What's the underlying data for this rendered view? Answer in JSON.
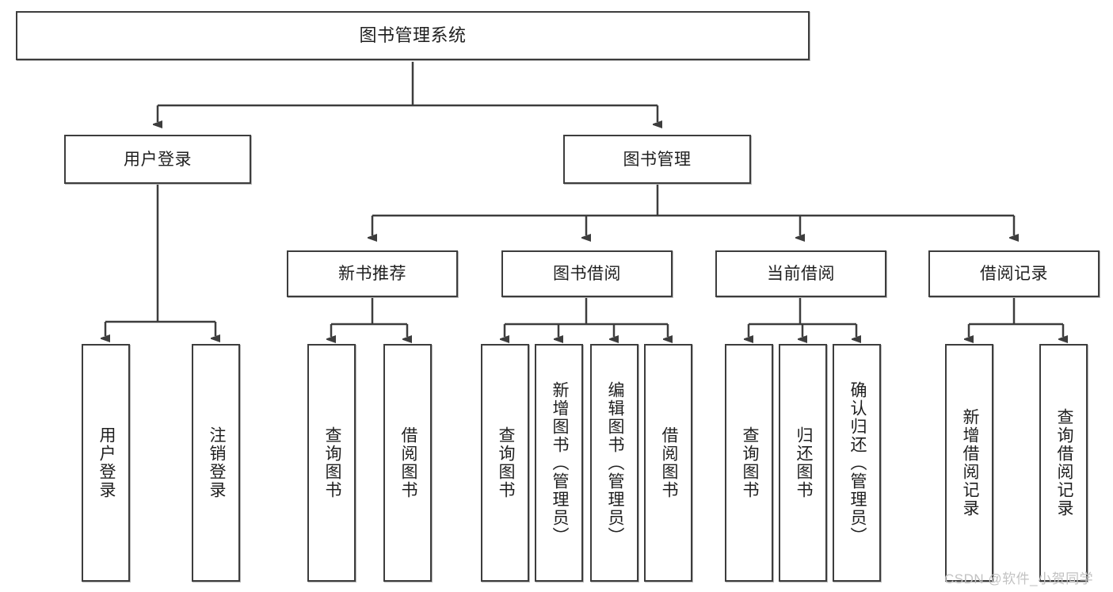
{
  "diagram": {
    "title_node": {
      "label": "图书管理系统"
    },
    "level2": [
      {
        "id": "user-login",
        "label": "用户登录"
      },
      {
        "id": "book-manage",
        "label": "图书管理"
      }
    ],
    "level3": [
      {
        "id": "new-book-recommend",
        "label": "新书推荐"
      },
      {
        "id": "book-borrow",
        "label": "图书借阅"
      },
      {
        "id": "current-borrow",
        "label": "当前借阅"
      },
      {
        "id": "borrow-record",
        "label": "借阅记录"
      }
    ],
    "leaves": [
      {
        "id": "leaf-user-login",
        "label": "用户登录"
      },
      {
        "id": "leaf-logout-login",
        "label": "注销登录"
      },
      {
        "id": "leaf-query-book-1",
        "label": "查询图书"
      },
      {
        "id": "leaf-borrow-book-1",
        "label": "借阅图书"
      },
      {
        "id": "leaf-query-book-2",
        "label": "查询图书"
      },
      {
        "id": "leaf-add-book",
        "label": "新增图书（管理员）"
      },
      {
        "id": "leaf-edit-book",
        "label": "编辑图书（管理员）"
      },
      {
        "id": "leaf-borrow-book-2",
        "label": "借阅图书"
      },
      {
        "id": "leaf-query-book-3",
        "label": "查询图书"
      },
      {
        "id": "leaf-return-book",
        "label": "归还图书"
      },
      {
        "id": "leaf-confirm-return",
        "label": "确认归还（管理员）"
      },
      {
        "id": "leaf-add-borrow-record",
        "label": "新增借阅记录"
      },
      {
        "id": "leaf-query-borrow-record",
        "label": "查询借阅记录"
      }
    ],
    "watermark": "CSDN @软件_小贺同学",
    "colors": {
      "stroke": "#3d3d3d",
      "text": "#1f1f1f",
      "background": "#ffffff",
      "watermark": "#c2c2c2"
    }
  }
}
